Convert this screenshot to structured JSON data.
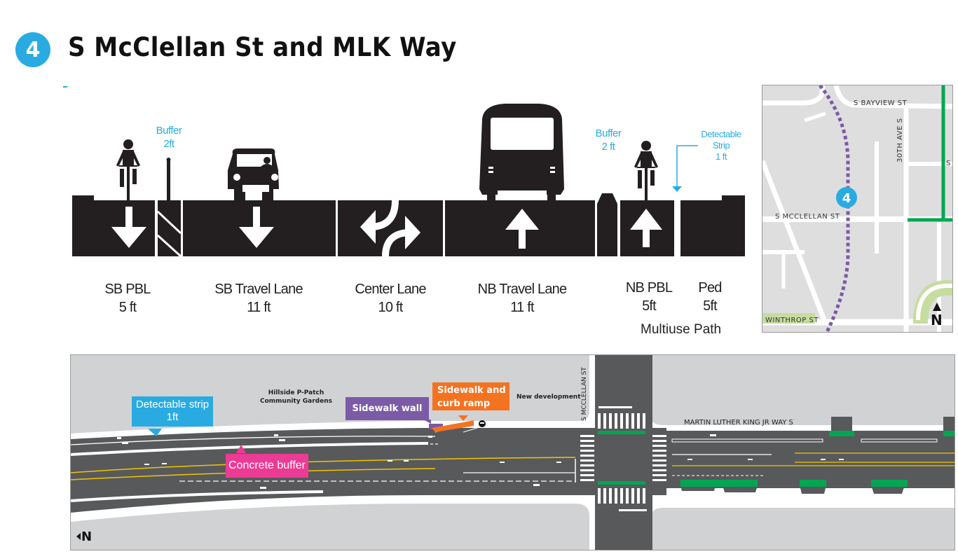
{
  "header": {
    "badge_number": "4",
    "title": "S McClellan St and MLK Way"
  },
  "colors": {
    "accent_blue": "#29abe2",
    "lane_black": "#231f20",
    "asphalt": "#58595b",
    "ground": "#d1d2d4",
    "callout_blue": "#29abe2",
    "callout_pink": "#ec3b94",
    "callout_purple": "#7b5aa6",
    "callout_orange": "#f47321",
    "route_purple": "#7b5aa6",
    "bike_green": "#00a651",
    "yellow_line": "#f2c500"
  },
  "cross_section": {
    "icons": [
      "bicycle-rider-icon",
      "bollard-icon",
      "car-icon",
      "bus-icon",
      "bicycle-rider-icon"
    ],
    "lanes": [
      {
        "name": "SB PBL",
        "width": "5 ft",
        "arrow": "down-arrow"
      },
      {
        "name": "SB Travel Lane",
        "width": "11 ft",
        "arrow": "down-arrow"
      },
      {
        "name": "Center Lane",
        "width": "10 ft",
        "arrow": "two-way-left-turn"
      },
      {
        "name": "NB Travel Lane",
        "width": "11 ft",
        "arrow": "up-arrow"
      },
      {
        "name": "NB PBL",
        "width": "5ft",
        "arrow": "up-arrow"
      },
      {
        "name": "Ped",
        "width": "5ft",
        "arrow": ""
      }
    ],
    "annotations": {
      "buffer_left": {
        "line1": "Buffer",
        "line2": "2ft"
      },
      "buffer_right": {
        "line1": "Buffer",
        "line2": "2 ft"
      },
      "detectable_strip": {
        "line1": "Detectable",
        "line2": "Strip",
        "line3": "1 ft"
      }
    },
    "multiuse_path_label": "Multiuse Path"
  },
  "locator_map": {
    "streets": [
      "S BAYVIEW ST",
      "30TH AVE S",
      "S MCCLELLAN ST",
      "WINTHROP ST",
      "S"
    ],
    "marker_number": "4",
    "north_label": "N"
  },
  "plan_view": {
    "callouts": {
      "detectable_strip": {
        "line1": "Detectable strip",
        "line2": "1ft"
      },
      "concrete_buffer": "Concrete buffer",
      "sidewalk_wall": "Sidewalk wall",
      "sidewalk_curb_ramp": {
        "line1": "Sidewalk and",
        "line2": "curb ramp"
      }
    },
    "labels": {
      "garden_line1": "Hillside P-Patch",
      "garden_line2": "Community Gardens",
      "new_development": "New development",
      "cross_street": "S MCCLELLAN ST",
      "main_street": "MARTIN LUTHER KING JR WAY S",
      "north_label": "N"
    }
  }
}
